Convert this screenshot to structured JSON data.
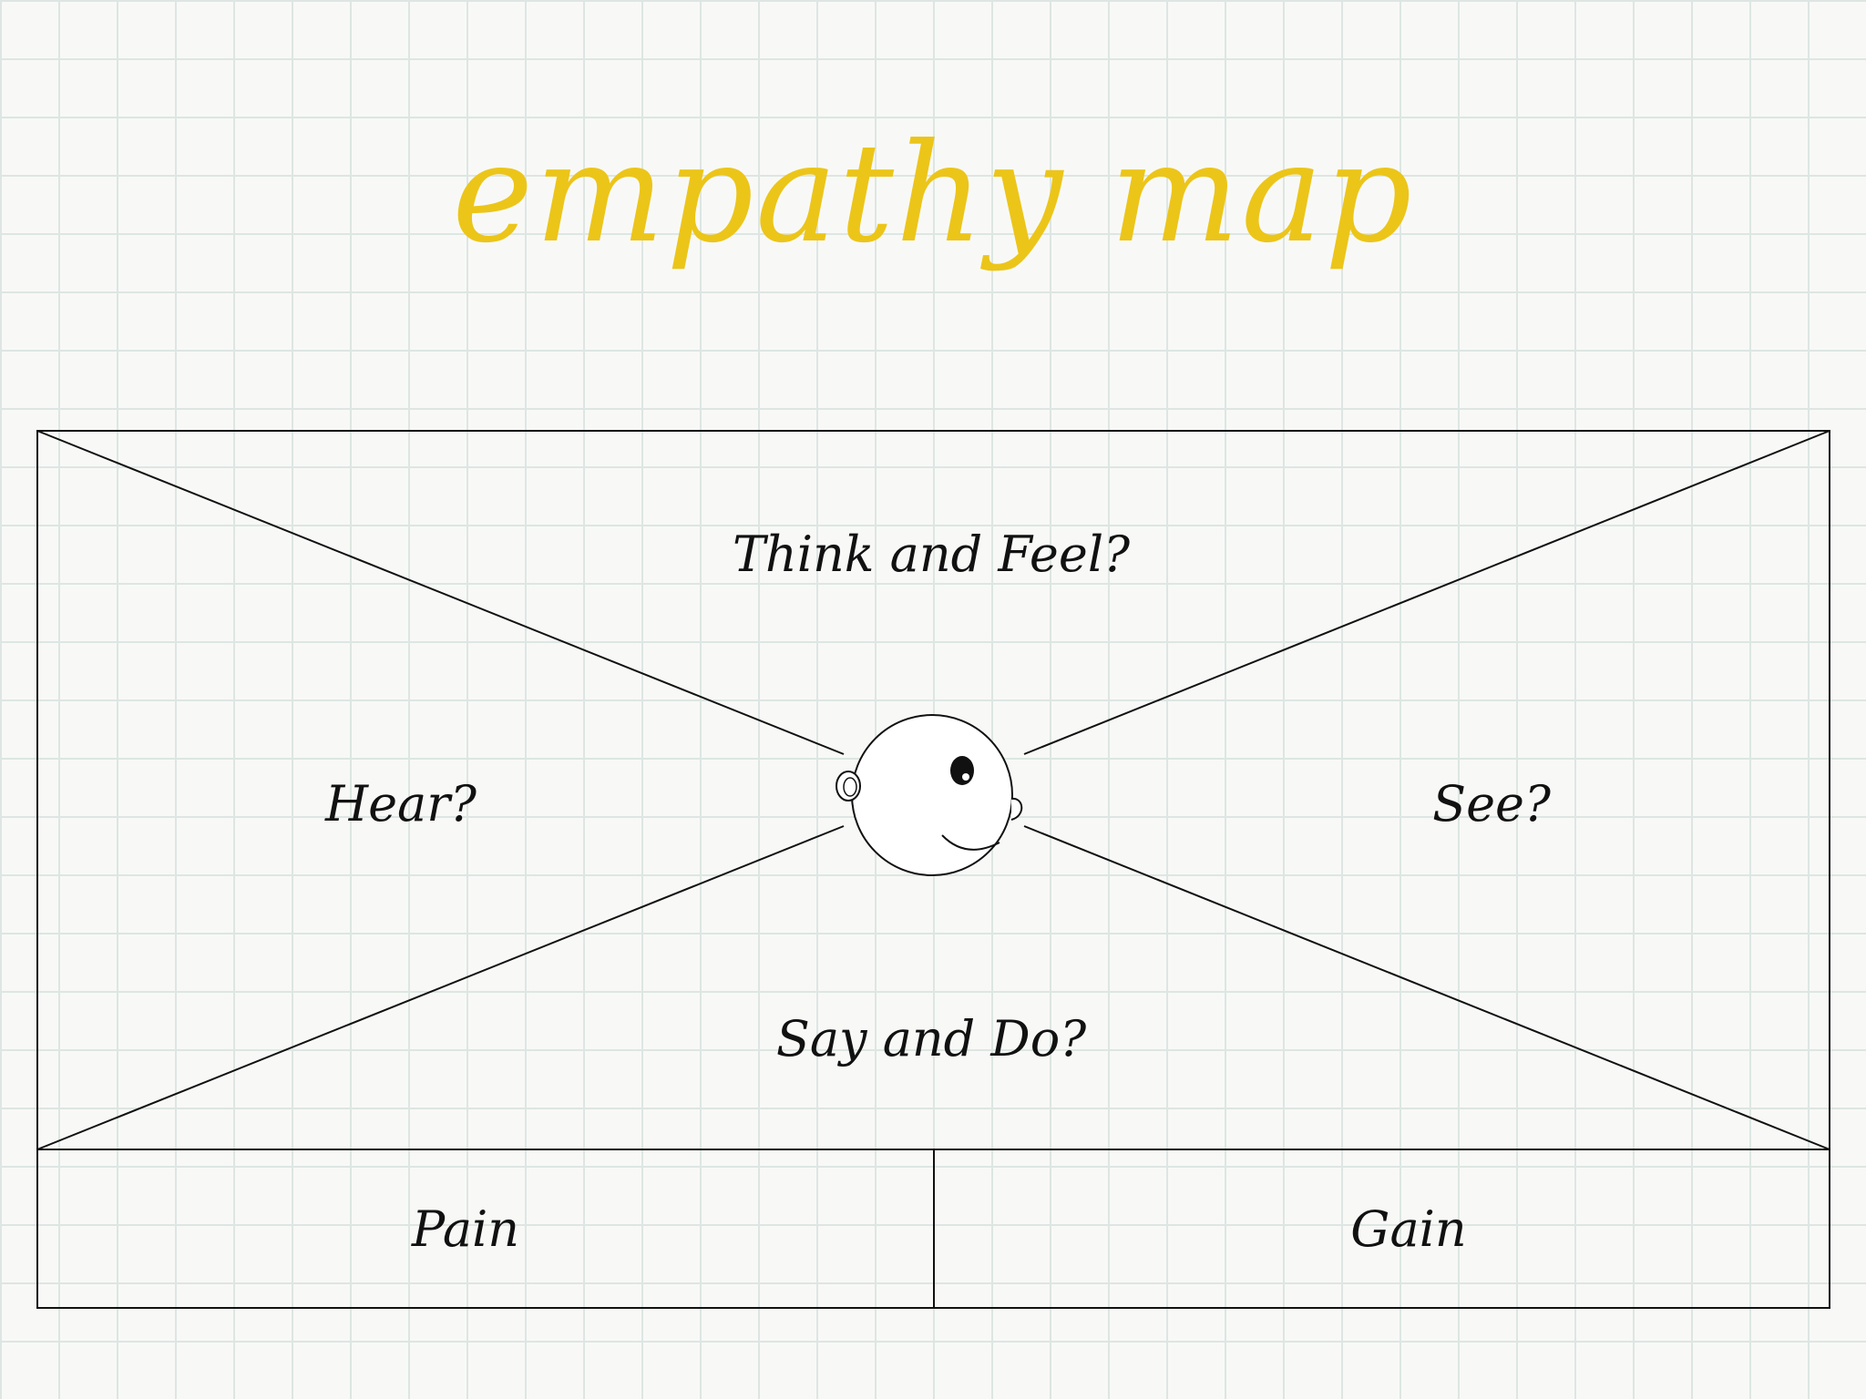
{
  "title": "empathy map",
  "colors": {
    "title": "#ecc519",
    "lines": "#111111",
    "grid": "#dde6e2",
    "background": "#f8f9f7"
  },
  "quadrants": {
    "top": "Think and Feel?",
    "left": "Hear?",
    "right": "See?",
    "bottom": "Say and Do?"
  },
  "footer": {
    "left": "Pain",
    "right": "Gain"
  },
  "center_icon": "person-head-icon"
}
